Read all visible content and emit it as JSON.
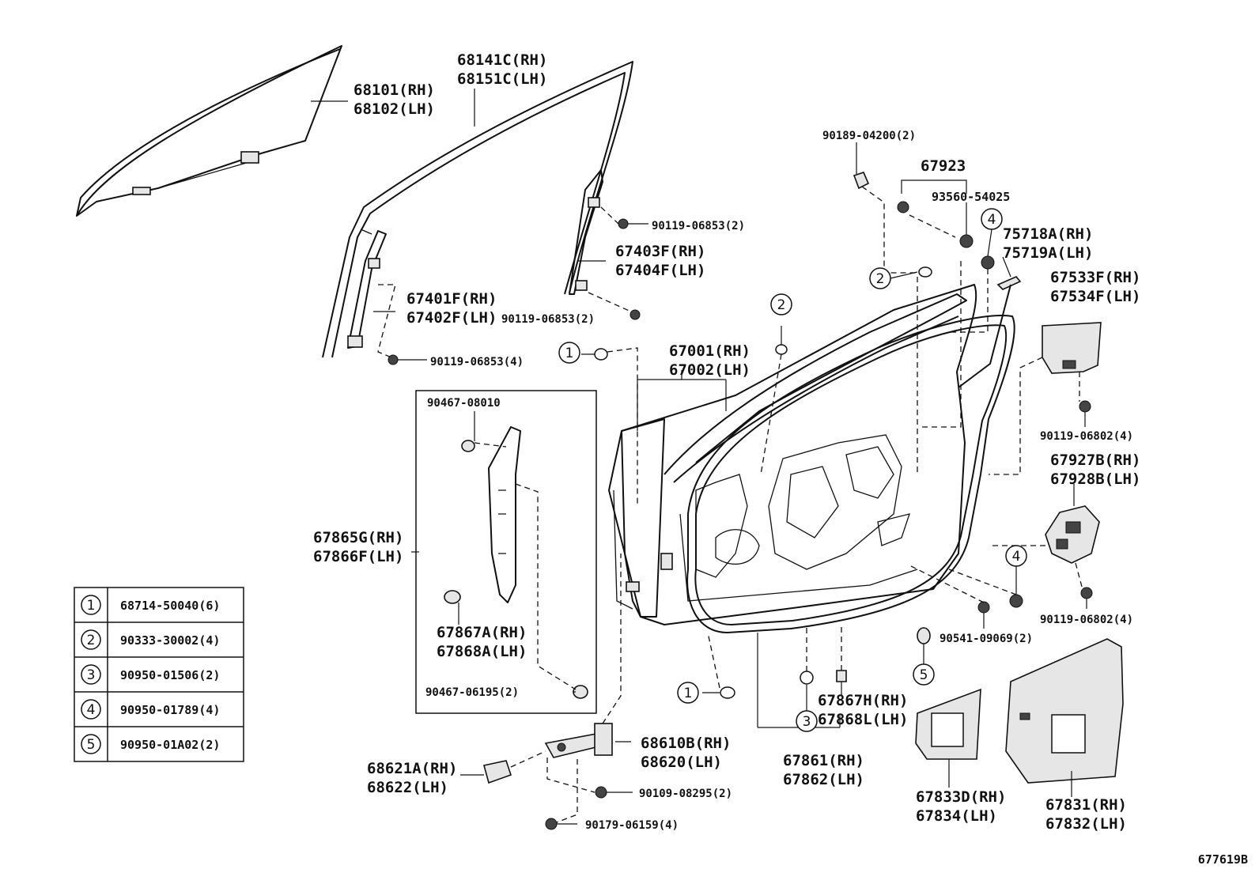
{
  "diagram_id": "677619B",
  "callouts": {
    "p68101": [
      "68101(RH)",
      "68102(LH)"
    ],
    "p68141": [
      "68141C(RH)",
      "68151C(LH)"
    ],
    "p67401": [
      "67401F(RH)",
      "67402F(LH)"
    ],
    "p67403": [
      "67403F(RH)",
      "67404F(LH)"
    ],
    "p67001": [
      "67001(RH)",
      "67002(LH)"
    ],
    "p67923": "67923",
    "p93560": "93560-54025",
    "p75718": [
      "75718A(RH)",
      "75719A(LH)"
    ],
    "p67533": [
      "67533F(RH)",
      "67534F(LH)"
    ],
    "p67927": [
      "67927B(RH)",
      "67928B(LH)"
    ],
    "p67865": [
      "67865G(RH)",
      "67866F(LH)"
    ],
    "p67867A": [
      "67867A(RH)",
      "67868A(LH)"
    ],
    "p67867H": [
      "67867H(RH)",
      "67868L(LH)"
    ],
    "p67861": [
      "67861(RH)",
      "67862(LH)"
    ],
    "p67833": [
      "67833D(RH)",
      "67834(LH)"
    ],
    "p67831": [
      "67831(RH)",
      "67832(LH)"
    ],
    "p68610": [
      "68610B(RH)",
      "68620(LH)"
    ],
    "p68621": [
      "68621A(RH)",
      "68622(LH)"
    ],
    "f90189": "90189-04200(2)",
    "f90119a": "90119-06853(2)",
    "f90119b": "90119-06853(2)",
    "f90119c": "90119-06853(4)",
    "f90119d": "90119-06802(4)",
    "f90119e": "90119-06802(4)",
    "f90467a": "90467-08010",
    "f90467b": "90467-06195(2)",
    "f90541": "90541-09069(2)",
    "f90109": "90109-08295(2)",
    "f90179": "90179-06159(4)"
  },
  "ref_markers": {
    "m1": "1",
    "m2": "2",
    "m3": "3",
    "m4": "4",
    "m5": "5"
  },
  "legend": [
    {
      "num": "1",
      "part": "68714-50040(6)"
    },
    {
      "num": "2",
      "part": "90333-30002(4)"
    },
    {
      "num": "3",
      "part": "90950-01506(2)"
    },
    {
      "num": "4",
      "part": "90950-01789(4)"
    },
    {
      "num": "5",
      "part": "90950-01A02(2)"
    }
  ]
}
